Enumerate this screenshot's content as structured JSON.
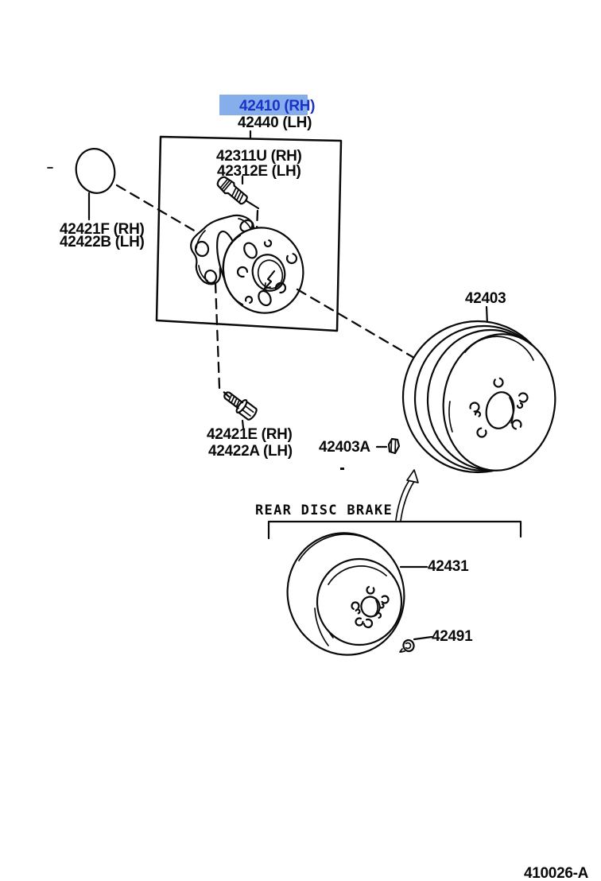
{
  "figure": {
    "code": "410026-A",
    "section_label": "REAR DISC BRAKE"
  },
  "colors": {
    "highlight_bg": "#86aeeb",
    "highlight_fg": "#1b31c8",
    "line_color": "#0a0a0a"
  },
  "parts": {
    "hub": {
      "rh": "42410 (RH)",
      "lh": "42440 (LH)",
      "highlighted": "RH"
    },
    "hub_stud": {
      "rh": "42311U (RH)",
      "lh": "42312E (LH)"
    },
    "oring_cap": {
      "rh": "42421F (RH)",
      "lh": "42422B (LH)"
    },
    "hub_bolt": {
      "rh": "42421E (RH)",
      "lh": "42422A (LH)"
    },
    "brake_drum": {
      "number": "42403"
    },
    "drum_nut": {
      "number": "42403A"
    },
    "disc_rotor": {
      "number": "42431"
    },
    "rotor_screw": {
      "number": "42491"
    }
  }
}
